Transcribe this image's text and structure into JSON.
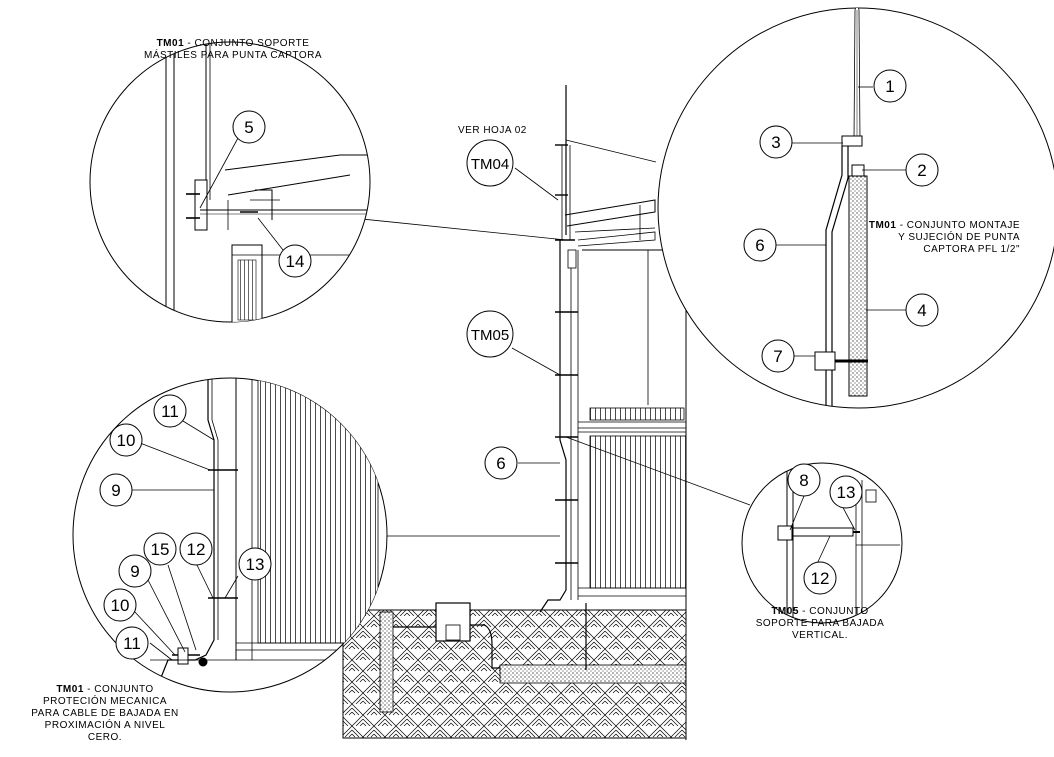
{
  "callouts": {
    "mast_support": {
      "code": "TM01",
      "lines": [
        "- CONJUNTO SOPORTE",
        "MÁSTILES PARA PUNTA CAPTORA"
      ]
    },
    "mounting": {
      "code": "TM01",
      "lines": [
        "- CONJUNTO MONTAJE",
        "Y SUJECIÓN DE PUNTA",
        "CAPTORA PFL 1/2\""
      ]
    },
    "vertical_support": {
      "code": "TM05",
      "lines": [
        "- CONJUNTO",
        "SOPORTE PARA BAJADA",
        "VERTICAL."
      ]
    },
    "mech_protection": {
      "code": "TM01",
      "lines": [
        "- CONJUNTO",
        "PROTECIÓN MECANICA",
        "PARA CABLE DE BAJADA EN",
        "PROXIMACIÓN A NIVEL",
        "CERO."
      ]
    }
  },
  "sheet_ref": "VER HOJA 02",
  "detail_tags": [
    "TM04",
    "TM05"
  ],
  "bubbles": {
    "top_right": [
      "1",
      "2",
      "3",
      "4",
      "6",
      "7"
    ],
    "top_left": [
      "5",
      "14"
    ],
    "main": [
      "6"
    ],
    "bottom_left": [
      "11",
      "10",
      "9",
      "15",
      "12",
      "13",
      "9",
      "10",
      "11"
    ],
    "small_right": [
      "8",
      "13",
      "12"
    ]
  }
}
